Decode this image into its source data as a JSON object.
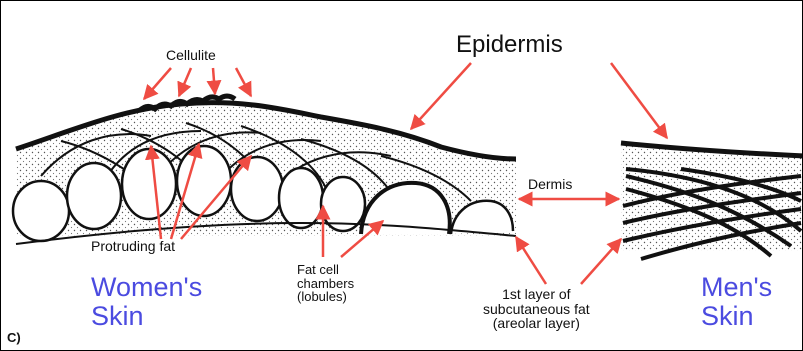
{
  "labels": {
    "cellulite": "Cellulite",
    "epidermis": "Epidermis",
    "dermis": "Dermis",
    "protruding_fat": "Protruding fat",
    "fat_cell_chambers": [
      "Fat cell",
      "chambers",
      "(lobules)"
    ],
    "subcutaneous": [
      "1st layer of",
      "subcutaneous fat",
      "(areolar layer)"
    ],
    "womens_skin": [
      "Women's",
      "Skin"
    ],
    "mens_skin": [
      "Men's",
      "Skin"
    ],
    "panel_letter": "C)"
  },
  "colors": {
    "arrow": "#ef4c43",
    "title_blue": "#4b4be0",
    "ink": "#111111"
  }
}
